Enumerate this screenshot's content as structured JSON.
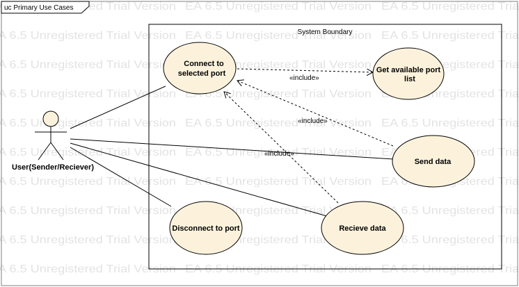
{
  "frame": {
    "title": "uc Primary Use Cases"
  },
  "watermark": {
    "text": "EA 6.5 Unregistered Trial Version"
  },
  "boundary": {
    "label": "System Boundary"
  },
  "actor": {
    "name": "User(Sender/Reciever)"
  },
  "use_cases": {
    "connect": {
      "line1": "Connect to",
      "line2": "selected port"
    },
    "get_ports": {
      "line1": "Get available port",
      "line2": "list"
    },
    "send": {
      "label": "Send data"
    },
    "receive": {
      "label": "Recieve data"
    },
    "disconnect": {
      "label": "Disconnect to port"
    }
  },
  "relations": {
    "include_label": "«include»"
  },
  "colors": {
    "usecase_fill": "#fcf2dc",
    "line": "#000000",
    "watermark": "#e3e3e3",
    "frame_border": "#7f7f7f"
  }
}
